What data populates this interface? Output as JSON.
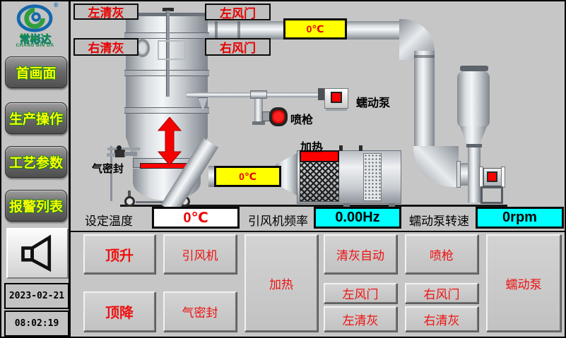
{
  "colors": {
    "background": "#c6c6c6",
    "value_yellow": "#ffff00",
    "value_cyan": "#00ffff",
    "indicator_red": "#ff0000",
    "button_text_red": "#ee1111",
    "nav_text_yellow": "#ffff00"
  },
  "sidebar": {
    "logo": {
      "registered": "®",
      "brand_cn": "常彬达",
      "brand_en": "CHANG BIN DA"
    },
    "nav": [
      {
        "label": "首画面"
      },
      {
        "label": "生产操作"
      },
      {
        "label": "工艺参数"
      },
      {
        "label": "报警列表"
      }
    ],
    "datetime": {
      "date": "2023-02-21",
      "time": "08:02:19"
    }
  },
  "diagram": {
    "top_buttons": {
      "left_ash": "左清灰",
      "right_ash": "右清灰",
      "left_damper": "左风门",
      "right_damper": "右风门"
    },
    "temps": {
      "top_duct": "0℃",
      "inlet_duct": "0℃"
    },
    "labels": {
      "peristaltic_pump": "蠕动泵",
      "spray_gun": "喷枪",
      "heating": "加热",
      "air_seal": "气密封"
    }
  },
  "status": {
    "set_temp": {
      "label": "设定温度",
      "value": "0℃"
    },
    "fan_freq": {
      "label": "引风机频率",
      "value": "0.00Hz"
    },
    "pump_speed": {
      "label": "蠕动泵转速",
      "value": "0rpm"
    }
  },
  "controls": {
    "lift_up": {
      "label": "顶升"
    },
    "fan": {
      "label": "引风机"
    },
    "heat": {
      "label": "加热"
    },
    "lift_down": {
      "label": "顶降"
    },
    "air_seal": {
      "label": "气密封"
    },
    "ash_auto": {
      "label": "清灰自动"
    },
    "spray_gun": {
      "label": "喷枪"
    },
    "pump": {
      "label": "蠕动泵"
    },
    "left_damper": {
      "label": "左风门"
    },
    "right_damper": {
      "label": "右风门"
    },
    "left_ash": {
      "label": "左清灰"
    },
    "right_ash": {
      "label": "右清灰"
    }
  }
}
